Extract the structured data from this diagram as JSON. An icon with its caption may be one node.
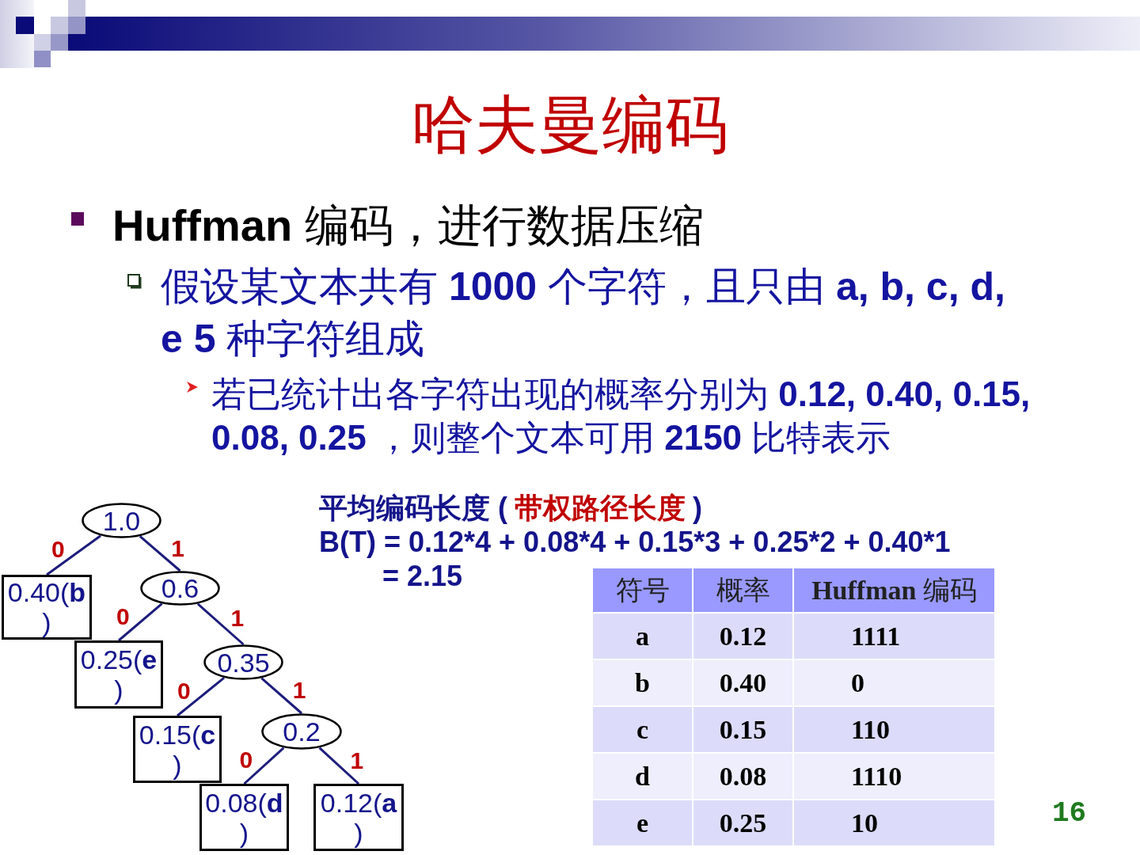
{
  "diagram": {
    "title": "哈夫曼编码",
    "nodes": [
      {
        "text": [
          "1.0"
        ]
      },
      {
        "text": [
          "0.40(**b**)"
        ]
      },
      {
        "text": [
          "0.6"
        ]
      },
      {
        "text": [
          "0.25(**e**)"
        ]
      },
      {
        "text": [
          "0.35"
        ]
      },
      {
        "text": [
          "0.15(**c**)"
        ]
      },
      {
        "text": [
          "0.2"
        ]
      },
      {
        "text": [
          "0.08(**d**)"
        ]
      },
      {
        "text": [
          "0.12(**a**)"
        ]
      }
    ],
    "edges": [
      {
        "from": 0,
        "to": 1,
        "arrow": "none",
        "label": "0"
      },
      {
        "from": 0,
        "to": 2,
        "arrow": "none",
        "label": "1"
      },
      {
        "from": 2,
        "to": 3,
        "arrow": "none",
        "label": "0"
      },
      {
        "from": 2,
        "to": 4,
        "arrow": "none",
        "label": "1"
      },
      {
        "from": 4,
        "to": 5,
        "arrow": "none",
        "label": "0"
      },
      {
        "from": 4,
        "to": 6,
        "arrow": "none",
        "label": "1"
      },
      {
        "from": 6,
        "to": 7,
        "arrow": "none",
        "label": "0"
      },
      {
        "from": 6,
        "to": 8,
        "arrow": "none",
        "label": "1"
      }
    ],
    "labels": [
      "**Huffman** 编码，进行数据压缩",
      "假设某文本共有 **1000** 个字符，且只由 **a, b, c, d, e 5** 种字符组成",
      "若已统计出各字符出现的概率分别为 **0.12, 0.40, 0.15, 0.08, 0.25** ，则整个文本可用 **2150** 比特表示",
      "平均编码长度 (",
      "带权路径长度",
      ")",
      "B(T) = 0.12*4 + 0.08*4 + 0.15*3 + 0.25*2 + 0.40*1",
      "= 2.15",
      "符号",
      "概率",
      "**Huffman** 编码",
      "a",
      "0.12",
      "1111",
      "b",
      "0.40",
      "0",
      "c",
      "0.15",
      "110",
      "d",
      "0.08",
      "1110",
      "e",
      "0.25",
      "10",
      "16"
    ]
  }
}
